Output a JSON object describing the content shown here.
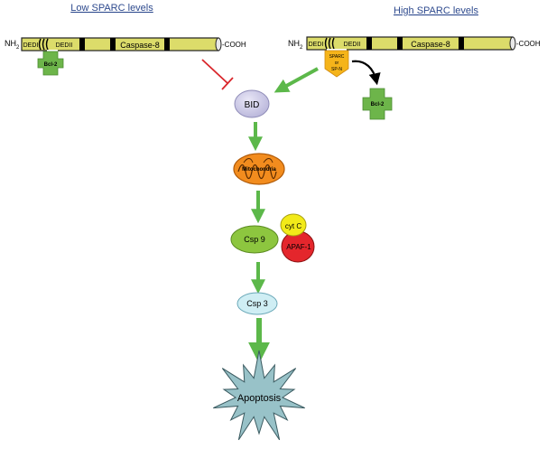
{
  "headers": {
    "left": "Low SPARC levels",
    "right": "High SPARC levels"
  },
  "left_protein": {
    "n_prefix": "NH",
    "n_sub": "2",
    "domain1": "DEDI",
    "domain2": "DEDII",
    "name": "Caspase-8",
    "c_terminus": "-COOH",
    "bound": "Bcl-2"
  },
  "right_protein": {
    "n_prefix": "NH",
    "n_sub": "2",
    "domain1": "DEDI",
    "domain2": "DEDII",
    "name": "Caspase-8",
    "c_terminus": "-COOH",
    "sparc_line1": "SPARC",
    "sparc_line2": "or",
    "sparc_line3": "SP-N",
    "released": "Bcl-2"
  },
  "pathway": {
    "bid": "BID",
    "mitochondria": "Mitochondria",
    "cytc": "cyt C",
    "csp9": "Csp 9",
    "apaf": "APAF-1",
    "csp3": "Csp 3",
    "apoptosis": "Apoptosis"
  },
  "colors": {
    "arrow_green": "#5cb84a",
    "inhibit_red": "#d9262b",
    "domain_yellow": "#dcdc6a",
    "bcl2_green": "#6db54a",
    "bid_lavender": "#cbc9e6",
    "mito_orange": "#f28c1e",
    "csp9_green": "#8dc63f",
    "cytc_yellow": "#f2ea19",
    "apaf_red": "#e4262c",
    "csp3_blue": "#cfeef4",
    "apoptosis_teal": "#98c2c8",
    "sparc_orange": "#f5b41a",
    "header_blue": "#2e4a8e"
  }
}
